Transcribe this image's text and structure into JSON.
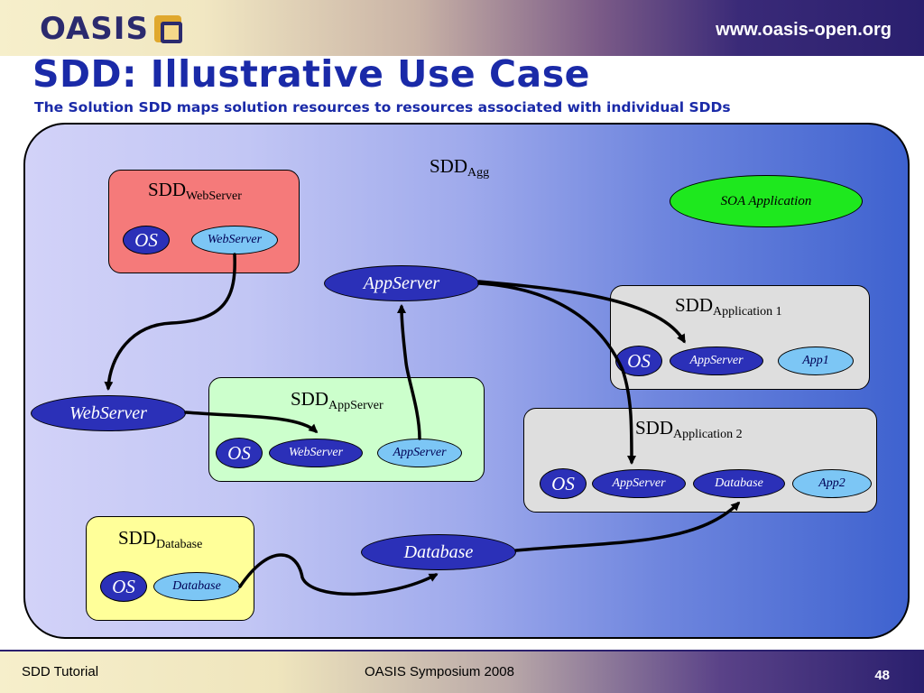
{
  "header": {
    "logo_text": "OASIS",
    "url": "www.oasis-open.org",
    "title": "SDD: Illustrative Use Case",
    "subtitle": "The Solution SDD maps solution resources to resources associated with individual SDDs"
  },
  "diagram": {
    "aggregate": {
      "label": "SDD",
      "sub": "Agg"
    },
    "soa_application": "SOA Application",
    "solution_resources": {
      "webserver": "WebServer",
      "appserver": "AppServer",
      "database": "Database"
    },
    "sdd_webserver": {
      "label": "SDD",
      "sub": "WebServer",
      "items": [
        "OS",
        "WebServer"
      ]
    },
    "sdd_application1": {
      "label": "SDD",
      "sub": "Application 1",
      "items": [
        "OS",
        "AppServer",
        "App1"
      ]
    },
    "sdd_appserver": {
      "label": "SDD",
      "sub": "AppServer",
      "items": [
        "OS",
        "WebServer",
        "AppServer"
      ]
    },
    "sdd_application2": {
      "label": "SDD",
      "sub": "Application 2",
      "items": [
        "OS",
        "AppServer",
        "Database",
        "App2"
      ]
    },
    "sdd_database": {
      "label": "SDD",
      "sub": "Database",
      "items": [
        "OS",
        "Database"
      ]
    }
  },
  "colors": {
    "title": "#1a2aa8",
    "resource_pill": "#2b30b8",
    "item_pill": "#7cc6f5",
    "soa_pill": "#1ee81e",
    "webserver_box": "#f57a7a",
    "appserver_box": "#ccffcc",
    "application_box": "#dedede",
    "database_box": "#ffff99"
  },
  "footer": {
    "left": "SDD Tutorial",
    "center": "OASIS Symposium 2008",
    "page": "48"
  }
}
